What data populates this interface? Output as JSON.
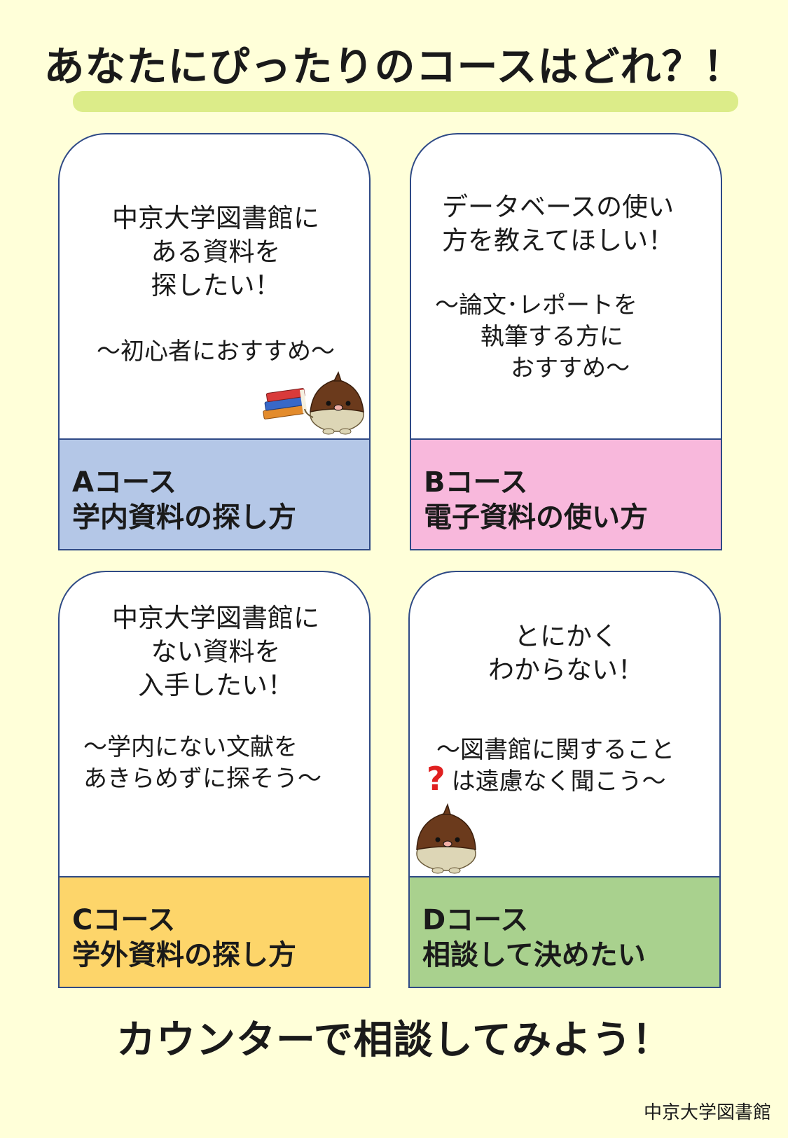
{
  "page": {
    "title": "あなたにぴったりのコースはどれ？！",
    "bottom_message": "カウンターで相談してみよう！",
    "footer": "中京大学図書館"
  },
  "cards": [
    {
      "main": "中京大学図書館に\nある資料を\n探したい！",
      "sub": "～初心者におすすめ～",
      "course_name": "Aコース",
      "course_sub": "学内資料の探し方",
      "color": "#b4c7e7"
    },
    {
      "main": "データベースの使い\n方を教えてほしい！",
      "sub": "～論文･レポートを\n      執筆する方に\n          おすすめ～",
      "course_name": "Bコース",
      "course_sub": "電子資料の使い方",
      "color": "#f8b8dc"
    },
    {
      "main": "中京大学図書館に\nない資料を\n入手したい！",
      "sub": "～学内にない文献を\nあきらめずに探そう～",
      "course_name": "Cコース",
      "course_sub": "学外資料の探し方",
      "color": "#fdd56a"
    },
    {
      "main": "とにかく\nわからない！",
      "sub": "～図書館に関すること\n  は遠慮なく聞こう～",
      "course_name": "Dコース",
      "course_sub": "相談して決めたい",
      "color": "#a9d18e"
    }
  ],
  "decor": {
    "question_mark": "?",
    "title_highlight_color": "#d8ea80",
    "background_color": "#ffffd9",
    "border_color": "#2f4a86"
  }
}
